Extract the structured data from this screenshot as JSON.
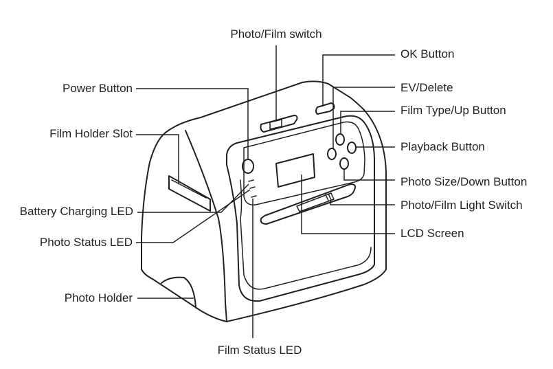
{
  "labels": {
    "photo_film_switch": "Photo/Film switch",
    "ok_button": "OK Button",
    "power_button": "Power Button",
    "ev_delete": "EV/Delete",
    "film_type_up_button": "Film Type/Up Button",
    "film_holder_slot": "Film Holder Slot",
    "playback_button": "Playback Button",
    "photo_size_down_button": "Photo Size/Down Button",
    "battery_charging_led": "Battery Charging LED",
    "photo_film_light_switch": "Photo/Film Light Switch",
    "photo_status_led": "Photo Status LED",
    "lcd_screen": "LCD Screen",
    "photo_holder": "Photo Holder",
    "film_status_led": "Film Status LED"
  }
}
